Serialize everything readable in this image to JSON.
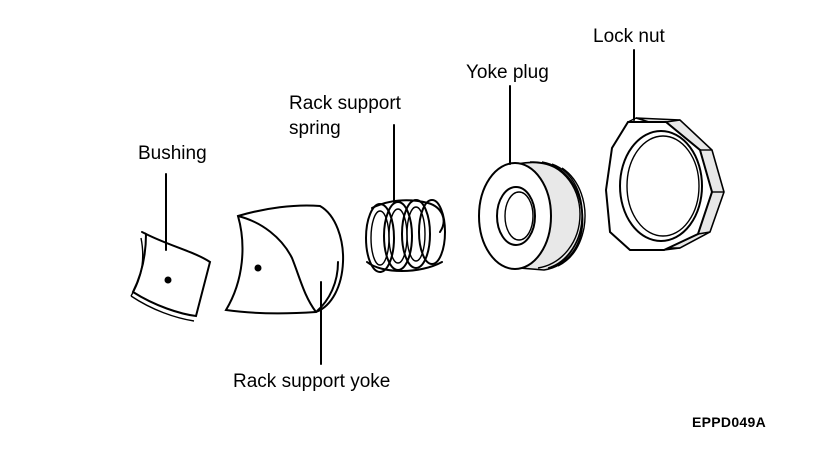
{
  "labels": {
    "bushing": "Bushing",
    "rack_support_spring_line1": "Rack support",
    "rack_support_spring_line2": "spring",
    "yoke_plug": "Yoke plug",
    "lock_nut": "Lock nut",
    "rack_support_yoke": "Rack support yoke"
  },
  "figure_code": "EPPD049A"
}
